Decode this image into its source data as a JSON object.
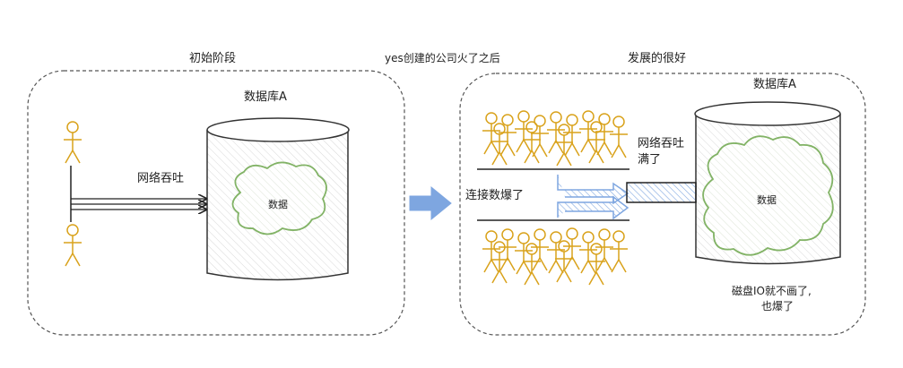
{
  "left_panel": {
    "title": "初始阶段",
    "db_label": "数据库A",
    "cloud_label": "数据",
    "arrow_label": "网络吞吐"
  },
  "middle": {
    "caption": "yes创建的公司火了之后"
  },
  "right_panel": {
    "title": "发展的很好",
    "db_label": "数据库A",
    "cloud_label": "数据",
    "network_label_line1": "网络吞吐",
    "network_label_line2": "满了",
    "connections_label": "连接数爆了",
    "disk_label_line1": "磁盘IO就不画了,",
    "disk_label_line2": "也爆了"
  },
  "colors": {
    "person": "#d9a21b",
    "cloud": "#82b366",
    "arrow_blue": "#7ea6e0",
    "frame": "#555555"
  }
}
